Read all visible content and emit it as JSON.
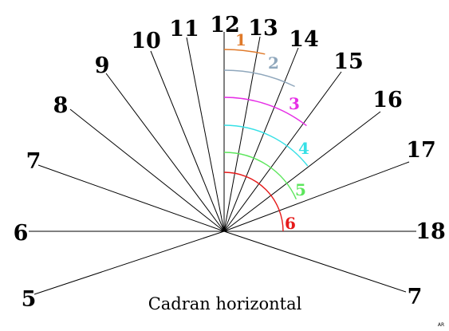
{
  "hour_lines": [
    {
      "label": "12",
      "hour": 12
    },
    {
      "label": "13",
      "hour": 13
    },
    {
      "label": "14",
      "hour": 14
    },
    {
      "label": "15",
      "hour": 15
    },
    {
      "label": "16",
      "hour": 16
    },
    {
      "label": "17",
      "hour": 17
    },
    {
      "label": "18",
      "hour": 18
    },
    {
      "label": "7",
      "hour": 19
    },
    {
      "label": "11",
      "hour": 11
    },
    {
      "label": "10",
      "hour": 10
    },
    {
      "label": "9",
      "hour": 9
    },
    {
      "label": "8",
      "hour": 8
    },
    {
      "label": "7",
      "hour": 7
    },
    {
      "label": "6",
      "hour": 6
    },
    {
      "label": "5",
      "hour": 5
    }
  ],
  "arcs": [
    {
      "label": "1",
      "color": "#e07a2a"
    },
    {
      "label": "2",
      "color": "#8fa7bc"
    },
    {
      "label": "3",
      "color": "#e62ee6"
    },
    {
      "label": "4",
      "color": "#36e0e6"
    },
    {
      "label": "5",
      "color": "#5ce65c"
    },
    {
      "label": "6",
      "color": "#e61a1a"
    }
  ],
  "caption": "Cadran horizontal",
  "initials": "AR"
}
